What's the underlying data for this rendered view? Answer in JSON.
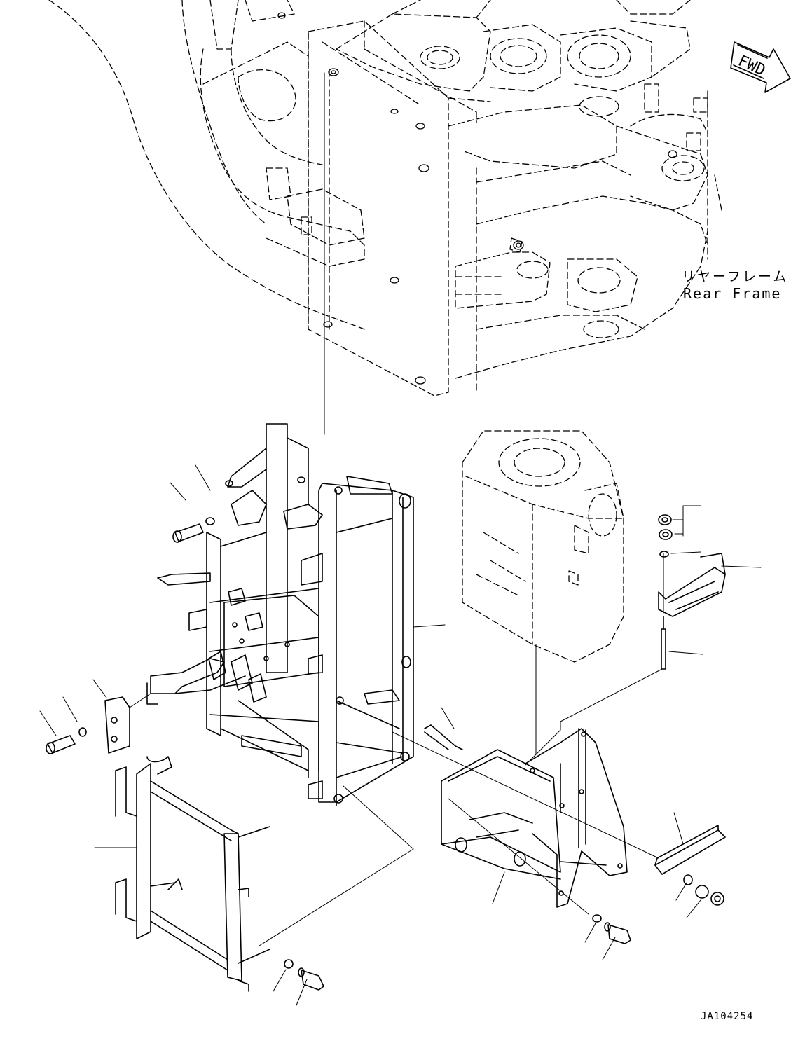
{
  "direction_badge": {
    "text": "FWD"
  },
  "rear_frame_label": {
    "japanese": "リヤーフレーム",
    "english": "Rear Frame"
  },
  "drawing_id": "JA104254",
  "colors": {
    "line": "#000000",
    "background": "#ffffff"
  }
}
